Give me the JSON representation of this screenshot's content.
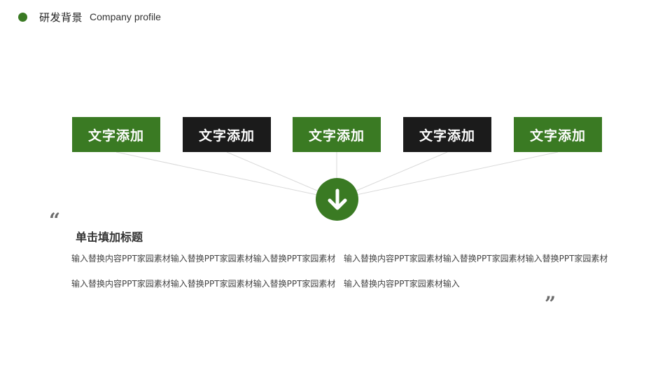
{
  "header": {
    "title": "研发背景",
    "subtitle": "Company profile",
    "accent_color": "#3a7a23"
  },
  "boxes": [
    {
      "label": "文字添加",
      "color": "green"
    },
    {
      "label": "文字添加",
      "color": "black"
    },
    {
      "label": "文字添加",
      "color": "green"
    },
    {
      "label": "文字添加",
      "color": "black"
    },
    {
      "label": "文字添加",
      "color": "green"
    }
  ],
  "center_icon": "arrow-down-icon",
  "quote": {
    "open_mark": "“",
    "close_mark": "”",
    "heading": "单击填加标题",
    "line1_part1": "输入替换内容PPT家园素材输入替换PPT家园素材输入替换PPT家园素材",
    "line1_part2": "输入替换内容PPT家园素材输入替换PPT家园素材输入替换PPT家园素材",
    "line2_part1": "输入替换内容PPT家园素材输入替换PPT家园素材输入替换PPT家园素材",
    "line2_part2": "输入替换内容PPT家园素材输入"
  }
}
